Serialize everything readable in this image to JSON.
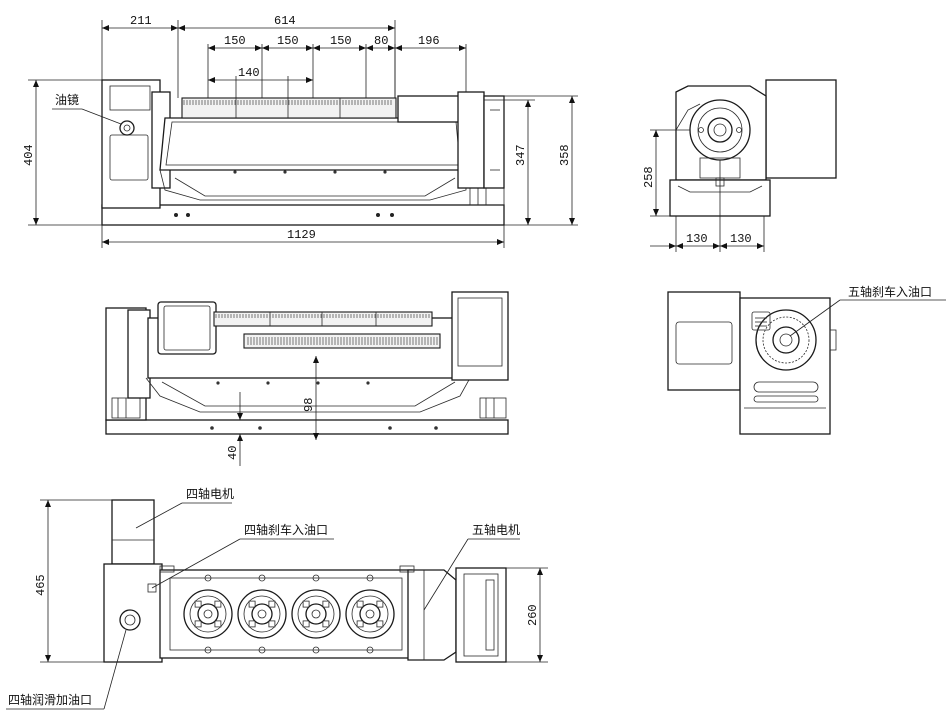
{
  "dimensions": {
    "top_view": {
      "d211": "211",
      "d614": "614",
      "d150a": "150",
      "d150b": "150",
      "d150c": "150",
      "d80": "80",
      "d196": "196",
      "d140": "140",
      "d404": "404",
      "d347": "347",
      "d358": "358",
      "d1129": "1129"
    },
    "side_view": {
      "d258": "258",
      "d130a": "130",
      "d130b": "130"
    },
    "front_view": {
      "d98": "98",
      "d40": "40"
    },
    "plan_view": {
      "d465": "465",
      "d260": "260"
    }
  },
  "labels": {
    "oil_mirror": "油镜",
    "fifth_axis_brake_oil_inlet": "五轴刹车入油口",
    "fourth_axis_motor": "四轴电机",
    "fourth_axis_brake_oil_inlet": "四轴刹车入油口",
    "fifth_axis_motor": "五轴电机",
    "fourth_axis_lube_oil_inlet": "四轴润滑加油口"
  }
}
